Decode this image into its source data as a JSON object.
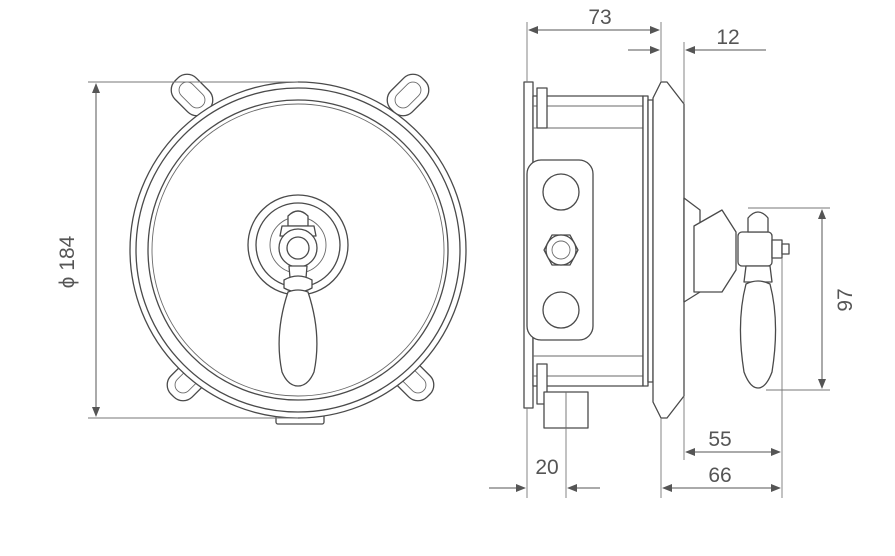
{
  "front_view": {
    "diameter_label": "ϕ 184"
  },
  "side_view": {
    "overall_depth_label": "73",
    "plate_offset_label": "12",
    "height_label": "97",
    "handle_depth_label": "55",
    "total_depth_label": "66",
    "pipe_label": "20"
  },
  "colors": {
    "line": "#4a4a4a",
    "dimension": "#555555",
    "background": "#ffffff"
  }
}
